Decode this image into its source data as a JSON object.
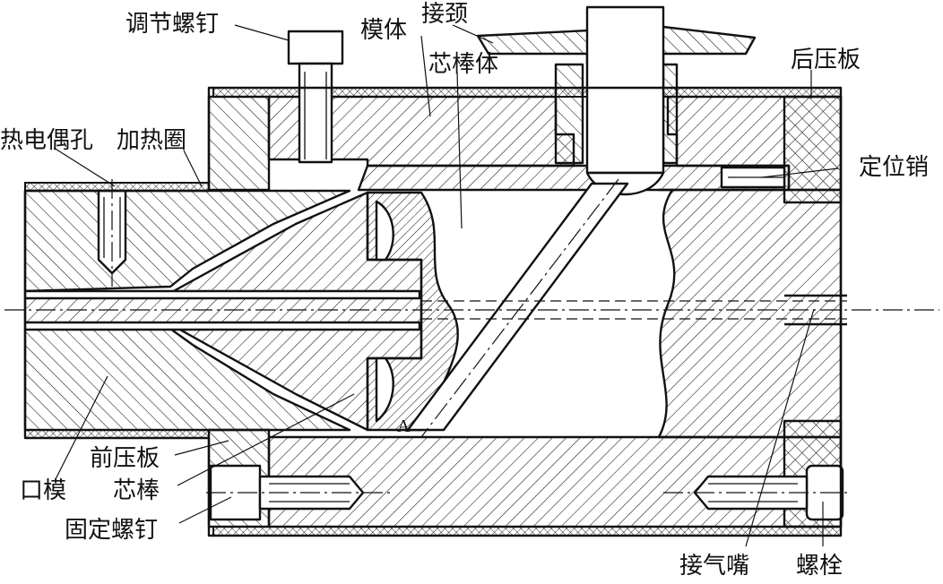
{
  "labels": {
    "adjust_screw": "调节螺钉",
    "die_body": "模体",
    "neck": "接颈",
    "mandrel_body": "芯棒体",
    "back_plate": "后压板",
    "thermocouple_hole": "热电偶孔",
    "heating_ring": "加热圈",
    "locating_pin": "定位销",
    "front_plate": "前压板",
    "die_mouth": "口模",
    "mandrel": "芯棒",
    "fixing_screw": "固定螺钉",
    "air_nozzle": "接气嘴",
    "bolt": "螺栓",
    "section_mark": "A"
  }
}
